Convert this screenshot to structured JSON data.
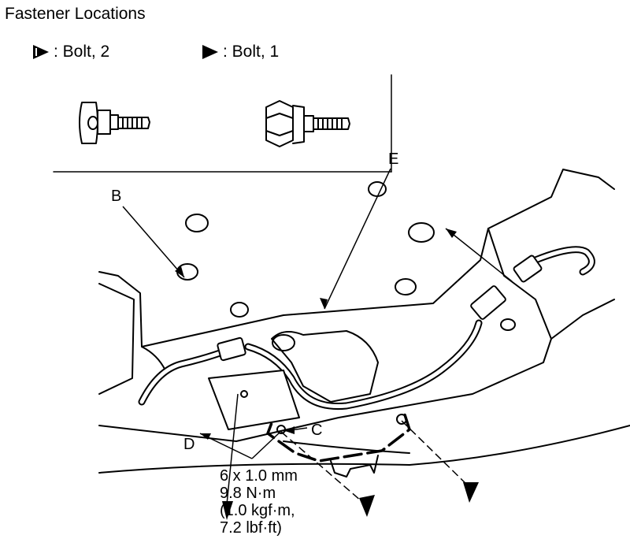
{
  "header": {
    "title": "Fastener Locations"
  },
  "legend": [
    {
      "icon": "bolt-2-symbol-icon",
      "label": ": Bolt, 2"
    },
    {
      "icon": "bolt-1-symbol-icon",
      "label": ": Bolt, 1"
    }
  ],
  "callouts": {
    "b": "B",
    "c": "C",
    "d": "D",
    "e": "E"
  },
  "torque": {
    "line1": "6 x 1.0 mm",
    "line2": "9.8 N·m",
    "line3": "(1.0 kgf·m,",
    "line4": "7.2 lbf·ft)"
  }
}
